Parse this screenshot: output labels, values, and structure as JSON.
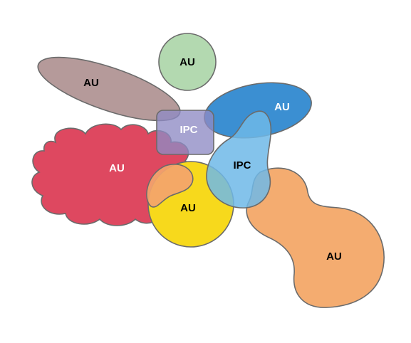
{
  "diagram": {
    "shapes": [
      {
        "id": "au_green_circle",
        "label": "AU",
        "fill": "#b3d9b0",
        "label_color": "#000000"
      },
      {
        "id": "au_mauve_ellipse",
        "label": "AU",
        "fill": "#b59a9a",
        "label_color": "#000000"
      },
      {
        "id": "ipc_purple_rect",
        "label": "IPC",
        "fill": "#8e8ac4",
        "label_color": "#ffffff"
      },
      {
        "id": "au_blue_ellipse",
        "label": "AU",
        "fill": "#3b8fd2",
        "label_color": "#ffffff"
      },
      {
        "id": "au_red_cloud",
        "label": "AU",
        "fill": "#de4860",
        "label_color": "#ffffff"
      },
      {
        "id": "ipc_lightblue_blob",
        "label": "IPC",
        "fill": "#6fb8e8",
        "label_color": "#000000"
      },
      {
        "id": "au_yellow_ellipse",
        "label": "AU",
        "fill": "#f7d91c",
        "label_color": "#000000"
      },
      {
        "id": "au_orange_blob_small",
        "label": "",
        "fill": "#f3a46c",
        "label_color": "#000000"
      },
      {
        "id": "au_orange_blob_large",
        "label": "AU",
        "fill": "#f4ac70",
        "label_color": "#000000"
      }
    ],
    "stroke_color": "#6b6b6b"
  }
}
